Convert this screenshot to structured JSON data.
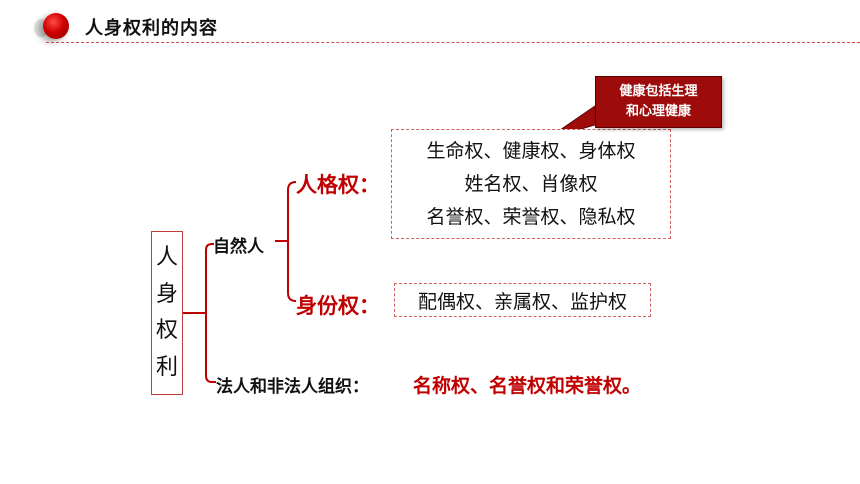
{
  "header": {
    "title": "人身权利的内容"
  },
  "root": {
    "chars": [
      "人",
      "身",
      "权",
      "利"
    ]
  },
  "branches": {
    "natural_person": "自然人",
    "personality_right": "人格权：",
    "identity_right": "身份权：",
    "legal_person": "法人和非法人组织：",
    "legal_person_rights": "名称权、名誉权和荣誉权。"
  },
  "personality_details": [
    "生命权、健康权、身体权",
    "姓名权、肖像权",
    "名誉权、荣誉权、隐私权"
  ],
  "identity_details": "配偶权、亲属权、监护权",
  "callout": {
    "line1": "健康包括生理",
    "line2": "和心理健康"
  },
  "colors": {
    "accent": "#c00000",
    "callout_bg": "#9e0b0b",
    "connector": "#c00000"
  }
}
